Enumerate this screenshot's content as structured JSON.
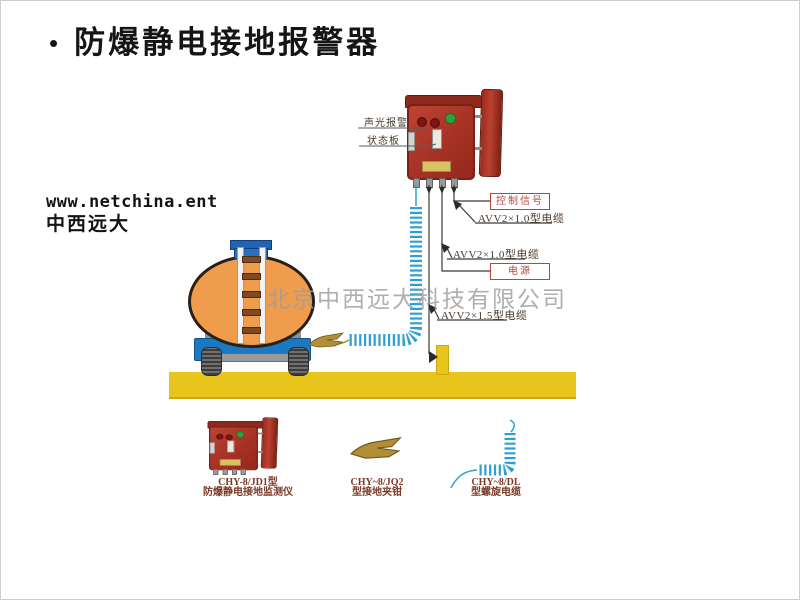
{
  "slide": {
    "title_bullet": "•",
    "title": "防爆静电接地报警器"
  },
  "watermarks": {
    "site": "www.netchina.ent",
    "vendor": "中西远大",
    "company": "北京中西远大科技有限公司"
  },
  "alarm_unit_labels": {
    "sound_light_alarm": "声光报警",
    "status_panel": "状态板"
  },
  "cable_labels": {
    "control_signal": "控制信号",
    "control_cable": "AVV2×1.0型电缆",
    "power_cable": "AVV2×1.0型电缆",
    "power": "电源",
    "ground_cable": "AVV2×1.5型电缆"
  },
  "products": [
    {
      "model": "CHY-8/JD1型",
      "name": "防爆静电接地监测仪"
    },
    {
      "model": "CHY~8/JQ2",
      "name": "型接地夹钳"
    },
    {
      "model": "CHY~8/DL",
      "name": "型螺旋电缆"
    }
  ],
  "colors": {
    "alarm_box_red": "#a63225",
    "ground_yellow": "#e8c51c",
    "tank_orange": "#ef9d4d",
    "chassis_blue": "#1a79c0",
    "coil_blue": "#2e9fd6",
    "label_red": "#b5473a",
    "caption_maroon": "#7b3a28"
  }
}
